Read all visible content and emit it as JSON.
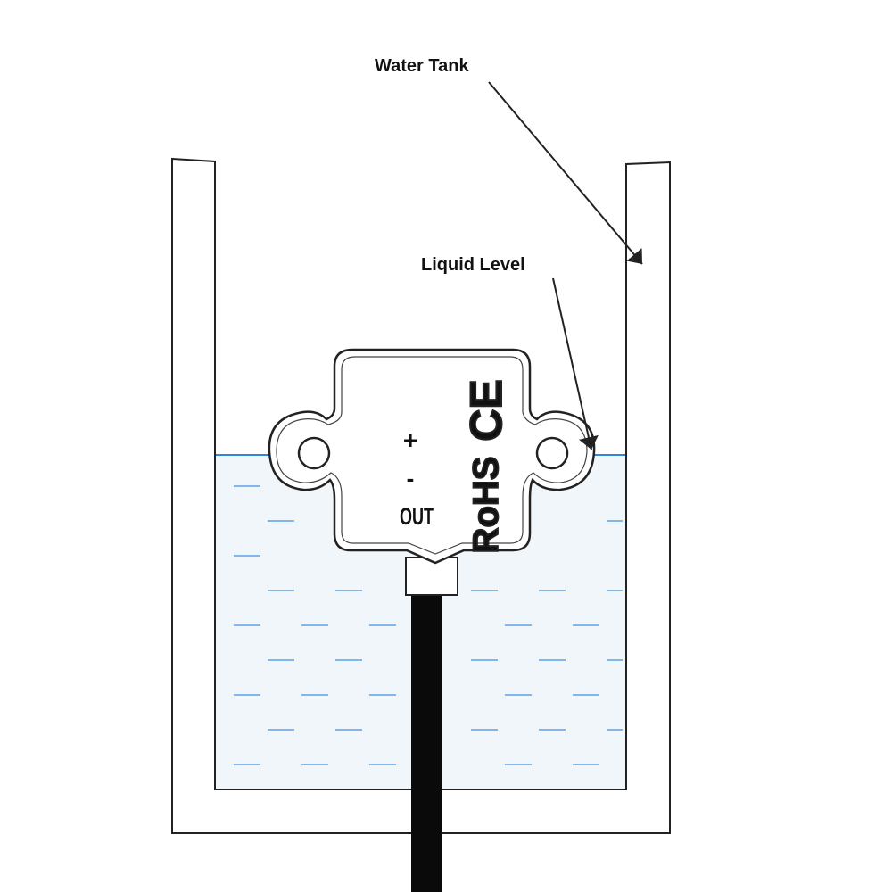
{
  "labels": {
    "water_tank": "Water Tank",
    "liquid_level": "Liquid Level"
  },
  "sensor": {
    "plus": "+",
    "minus": "-",
    "out": "OUT",
    "ce": "CE",
    "rohs": "RoHS"
  },
  "colors": {
    "outline": "#222222",
    "water_fill": "#f1f6fb",
    "water_line": "#2f86d6",
    "cable": "#0a0a0a"
  },
  "icons": {
    "ce_mark": "ce-mark-icon",
    "arrow": "arrow-icon"
  }
}
